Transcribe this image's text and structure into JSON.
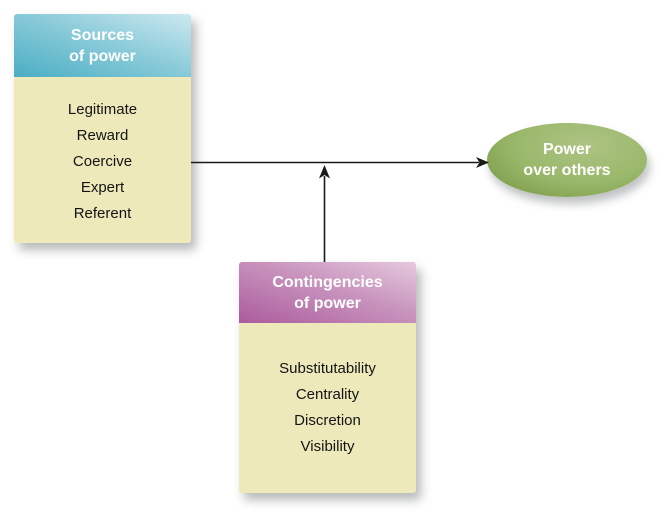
{
  "sources_box": {
    "title_line1": "Sources",
    "title_line2": "of power",
    "items": [
      "Legitimate",
      "Reward",
      "Coercive",
      "Expert",
      "Referent"
    ]
  },
  "contingencies_box": {
    "title_line1": "Contingencies",
    "title_line2": "of power",
    "items": [
      "Substitutability",
      "Centrality",
      "Discretion",
      "Visibility"
    ]
  },
  "outcome_ellipse": {
    "label_line1": "Power",
    "label_line2": "over others"
  },
  "colors": {
    "teal_header_dark": "#4aaec3",
    "teal_header_light": "#cde9f0",
    "pink_header_dark": "#ab5c9d",
    "pink_header_light": "#e6c9de",
    "panel_cream": "#ede9bb",
    "ellipse_green_light": "#adc383",
    "ellipse_green_dark": "#739540",
    "header_text": "#ffffff",
    "body_text": "#141414",
    "arrow": "#1a1a1a",
    "background": "#ffffff"
  }
}
